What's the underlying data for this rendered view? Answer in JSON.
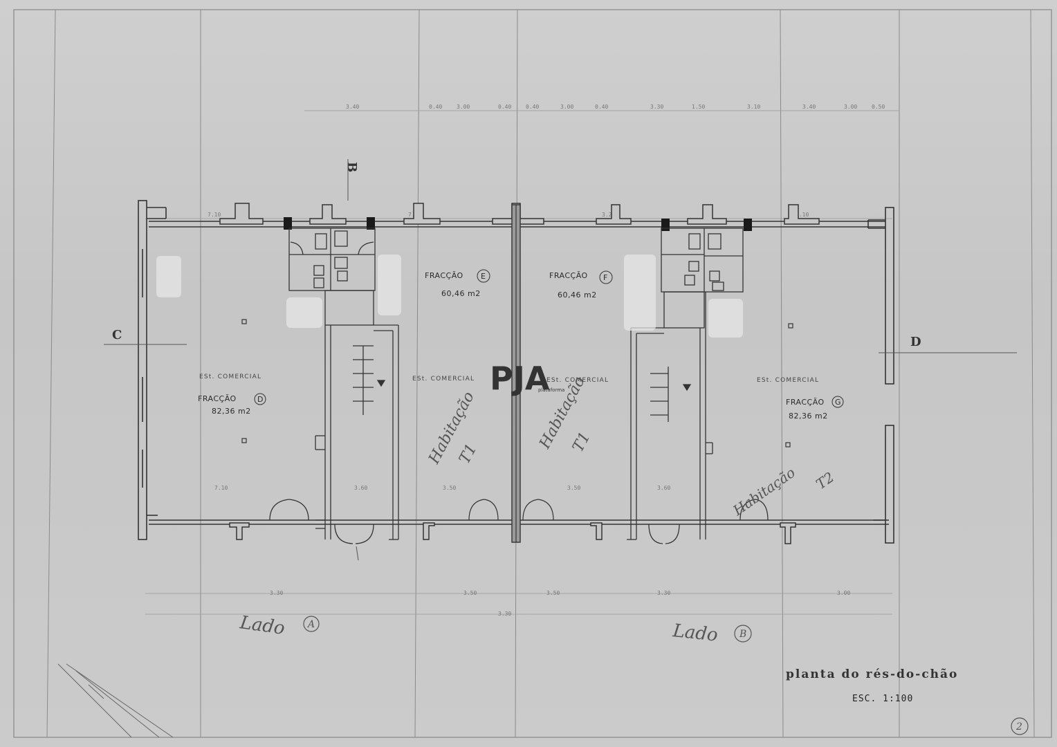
{
  "drawing": {
    "title": "planta do rés-do-chão",
    "scale": "ESC. 1:100",
    "sheet_number": "2",
    "section_markers": [
      "B",
      "C",
      "D"
    ]
  },
  "logo": {
    "text": "PJA",
    "subtitle": "plataforma"
  },
  "units": [
    {
      "name": "FRACÇÃO",
      "letter": "D",
      "area": "82,36 m2",
      "use": "ESt. COMERCIAL"
    },
    {
      "name": "FRACÇÃO",
      "letter": "E",
      "area": "60,46 m2",
      "use": "ESt. COMERCIAL"
    },
    {
      "name": "FRACÇÃO",
      "letter": "F",
      "area": "60,46 m2",
      "use": "ESt. COMERCIAL"
    },
    {
      "name": "FRACÇÃO",
      "letter": "G",
      "area": "82,36 m2",
      "use": "ESt. COMERCIAL"
    }
  ],
  "handwritten": {
    "habitacao_1": "Habitação",
    "t1_1": "T1",
    "habitacao_2": "Habitação",
    "t1_2": "T1",
    "habitacao_3": "Habitação",
    "t2": "T2",
    "lado_a": "Lado",
    "lado_a_letter": "A",
    "lado_b": "Lado",
    "lado_b_letter": "B"
  },
  "colors": {
    "paper": "#c9c9c9",
    "ink": "#333333",
    "wall_fill": "#1a1a1a"
  }
}
